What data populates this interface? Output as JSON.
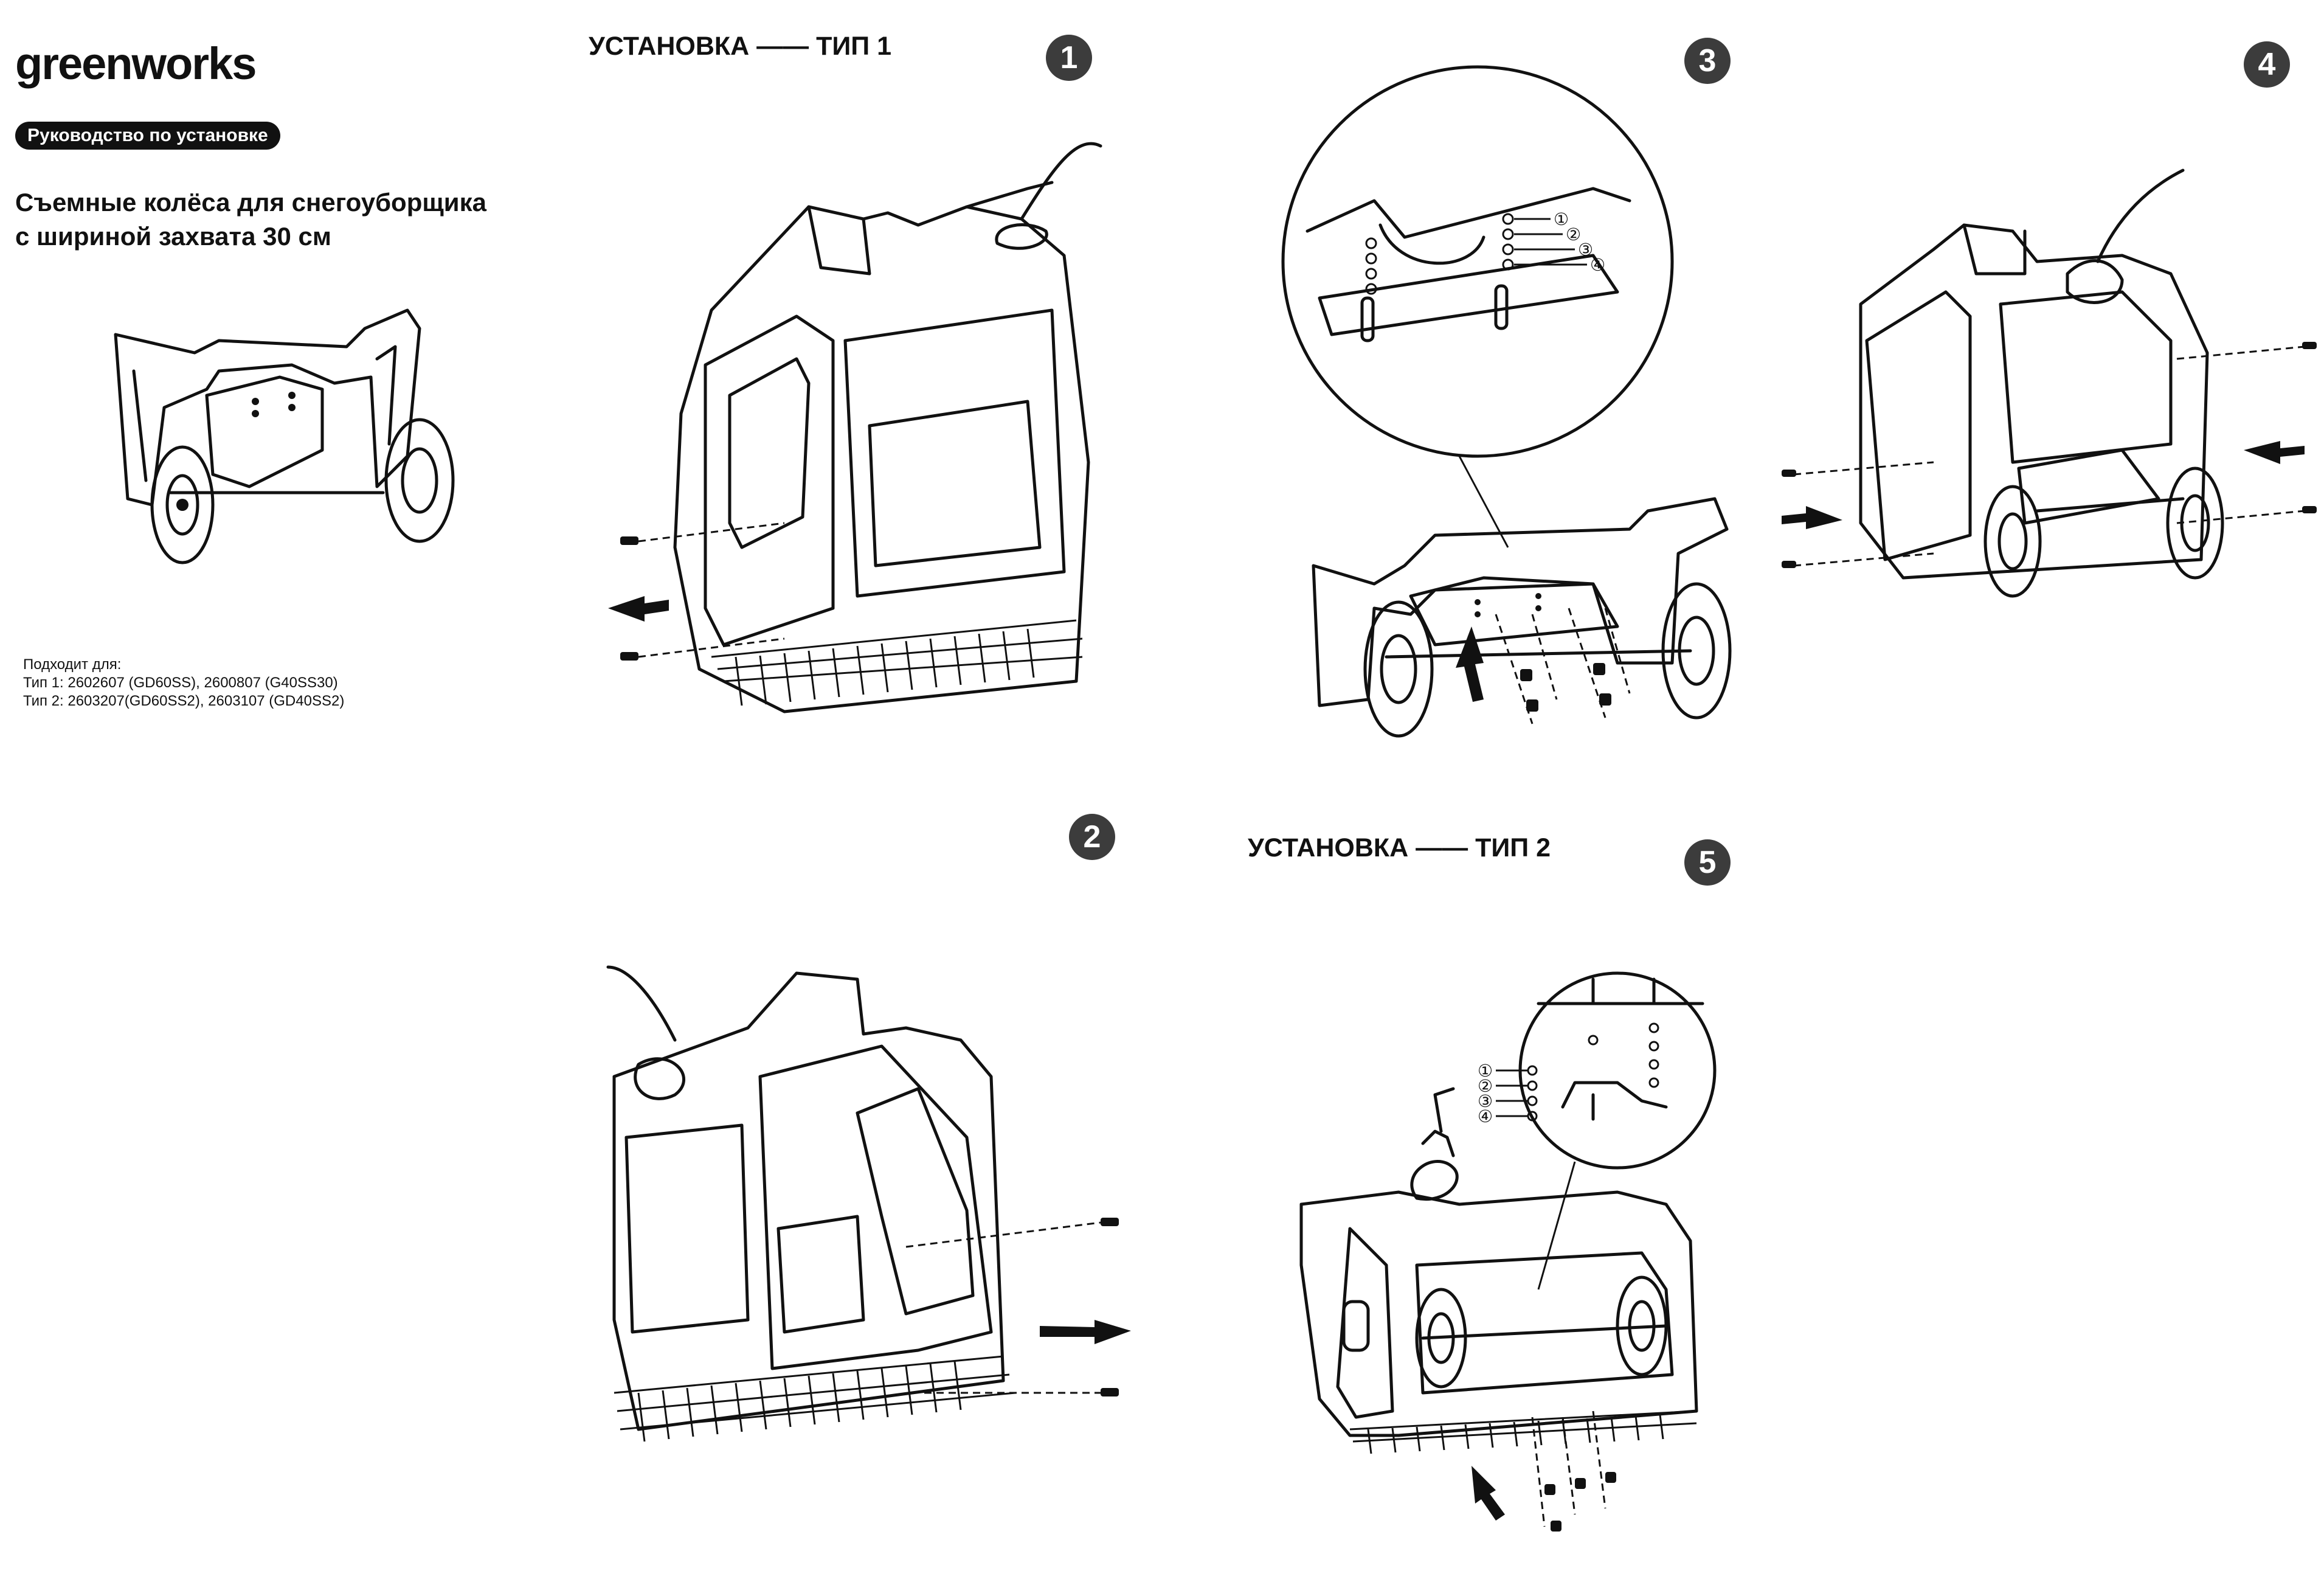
{
  "brand": "greenworks",
  "guide_label": "Руководство по установке",
  "title_line1": "Съемные колёса для снегоуборщика",
  "title_line2": "с шириной захвата 30 см",
  "compatibility": {
    "heading": "Подходит для:",
    "type1": "Тип 1: 2602607 (GD60SS), 2600807 (G40SS30)",
    "type2": "Тип 2: 2603207(GD60SS2), 2603107 (GD40SS2)"
  },
  "sections": {
    "type1": "УСТАНОВКА —— ТИП 1",
    "type2": "УСТАНОВКА —— ТИП 2"
  },
  "steps": [
    "1",
    "2",
    "3",
    "4",
    "5"
  ],
  "hole_labels": [
    "①",
    "②",
    "③",
    "④"
  ],
  "icons": [
    "arrow-icon",
    "screw-icon",
    "wheel-icon",
    "magnifier-circle-icon"
  ]
}
